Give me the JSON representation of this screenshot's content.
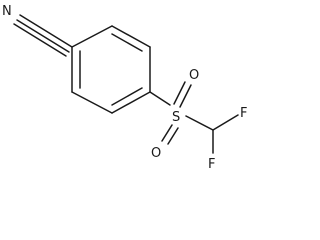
{
  "molecule": {
    "atoms": {
      "nitrogen": "N",
      "sulfur": "S",
      "oxygen_top": "O",
      "oxygen_bottom": "O",
      "fluorine_top": "F",
      "fluorine_bottom": "F"
    },
    "colors": {
      "ink": "#1a1a1a",
      "background": "#ffffff"
    }
  }
}
